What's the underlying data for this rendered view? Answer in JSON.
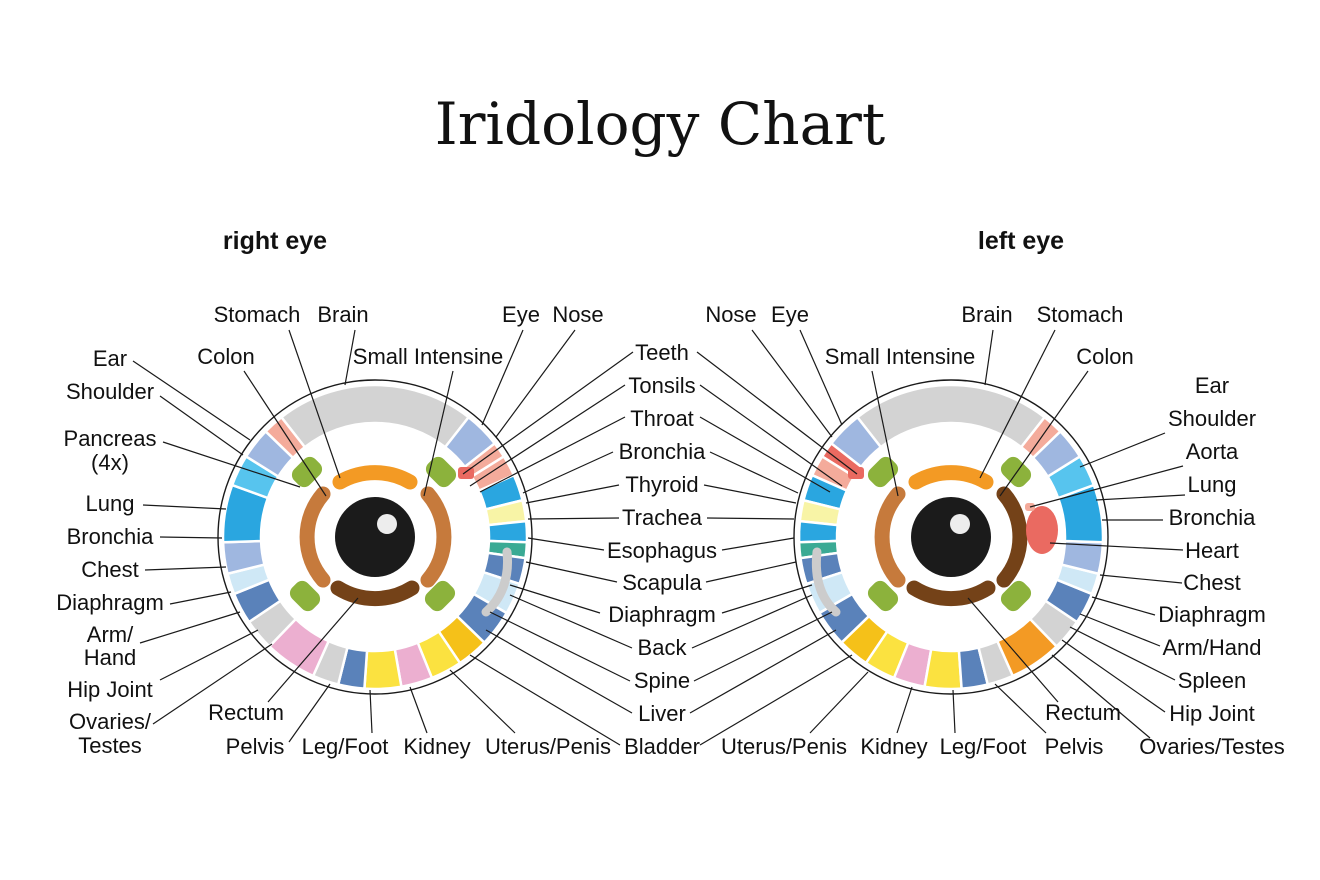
{
  "title": "Iridology Chart",
  "right_eye": {
    "heading": "right eye",
    "labels": {
      "stomach": "Stomach",
      "brain": "Brain",
      "small_intestine": "Small Intensine",
      "eye": "Eye",
      "nose": "Nose",
      "ear": "Ear",
      "shoulder": "Shoulder",
      "colon": "Colon",
      "pancreas_1": "Pancreas",
      "pancreas_2": "(4x)",
      "lung": "Lung",
      "bronchia": "Bronchia",
      "chest": "Chest",
      "diaphragm": "Diaphragm",
      "arm_1": "Arm/",
      "arm_2": "Hand",
      "hip_joint": "Hip Joint",
      "ovaries_1": "Ovaries/",
      "ovaries_2": "Testes",
      "rectum": "Rectum",
      "pelvis": "Pelvis",
      "leg_foot": "Leg/Foot",
      "kidney": "Kidney",
      "uterus_penis": "Uterus/Penis"
    }
  },
  "left_eye": {
    "heading": "left eye",
    "labels": {
      "nose": "Nose",
      "eye": "Eye",
      "brain": "Brain",
      "stomach": "Stomach",
      "small_intestine": "Small Intensine",
      "colon": "Colon",
      "ear": "Ear",
      "shoulder": "Shoulder",
      "aorta": "Aorta",
      "lung": "Lung",
      "bronchia": "Bronchia",
      "heart": "Heart",
      "chest": "Chest",
      "diaphragm": "Diaphragm",
      "arm_hand": "Arm/Hand",
      "spleen": "Spleen",
      "hip_joint": "Hip Joint",
      "ovaries_testes": "Ovaries/Testes",
      "rectum": "Rectum",
      "pelvis": "Pelvis",
      "leg_foot": "Leg/Foot",
      "kidney": "Kidney",
      "uterus_penis": "Uterus/Penis"
    }
  },
  "shared_labels": {
    "teeth": "Teeth",
    "tonsils": "Tonsils",
    "throat": "Throat",
    "bronchia": "Bronchia",
    "thyroid": "Thyroid",
    "trachea": "Trachea",
    "esophagus": "Esophagus",
    "scapula": "Scapula",
    "diaphragm": "Diaphragm",
    "back": "Back",
    "spine": "Spine",
    "liver": "Liver",
    "bladder": "Bladder"
  },
  "colors": {
    "gray": "#d3d3d3",
    "salmon": "#f4ab9b",
    "red": "#ea6a61",
    "sky_blue": "#2aa6e0",
    "light_blue": "#57c4ee",
    "periwinkle": "#9fb7e0",
    "steel_blue": "#5a82ba",
    "pale_blue": "#cfe8f6",
    "teal": "#3aaa94",
    "pale_yellow": "#f8f4a6",
    "yellow": "#fbe240",
    "gold": "#f5c119",
    "pink": "#ecafd0",
    "green": "#8cb23c",
    "orange": "#f39a24",
    "brown": "#c67a3c",
    "dark_brown": "#744218",
    "pupil": "#1b1b1b"
  }
}
